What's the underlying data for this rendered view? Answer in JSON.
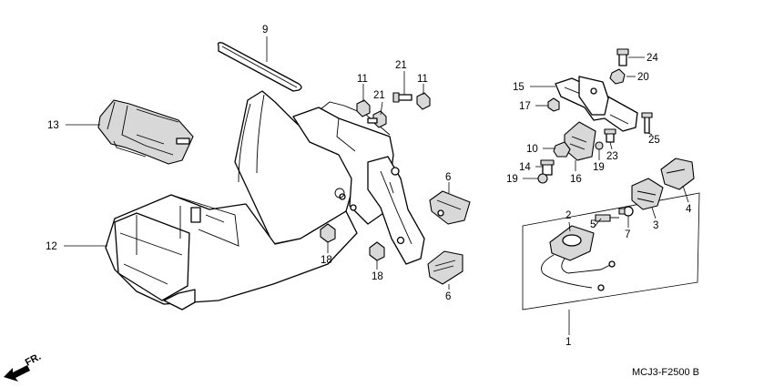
{
  "diagram": {
    "reference_code": "MCJ3-F2500 B",
    "front_indicator": "FR.",
    "callouts": {
      "c1": "1",
      "c2": "2",
      "c3": "3",
      "c4": "4",
      "c5": "5",
      "c6a": "6",
      "c6b": "6",
      "c7": "7",
      "c9": "9",
      "c10": "10",
      "c11a": "11",
      "c11b": "11",
      "c12": "12",
      "c13": "13",
      "c14": "14",
      "c15": "15",
      "c16": "16",
      "c17": "17",
      "c18a": "18",
      "c18b": "18",
      "c19a": "19",
      "c19b": "19",
      "c20": "20",
      "c21a": "21",
      "c21b": "21",
      "c23": "23",
      "c24": "24",
      "c25": "25"
    }
  }
}
